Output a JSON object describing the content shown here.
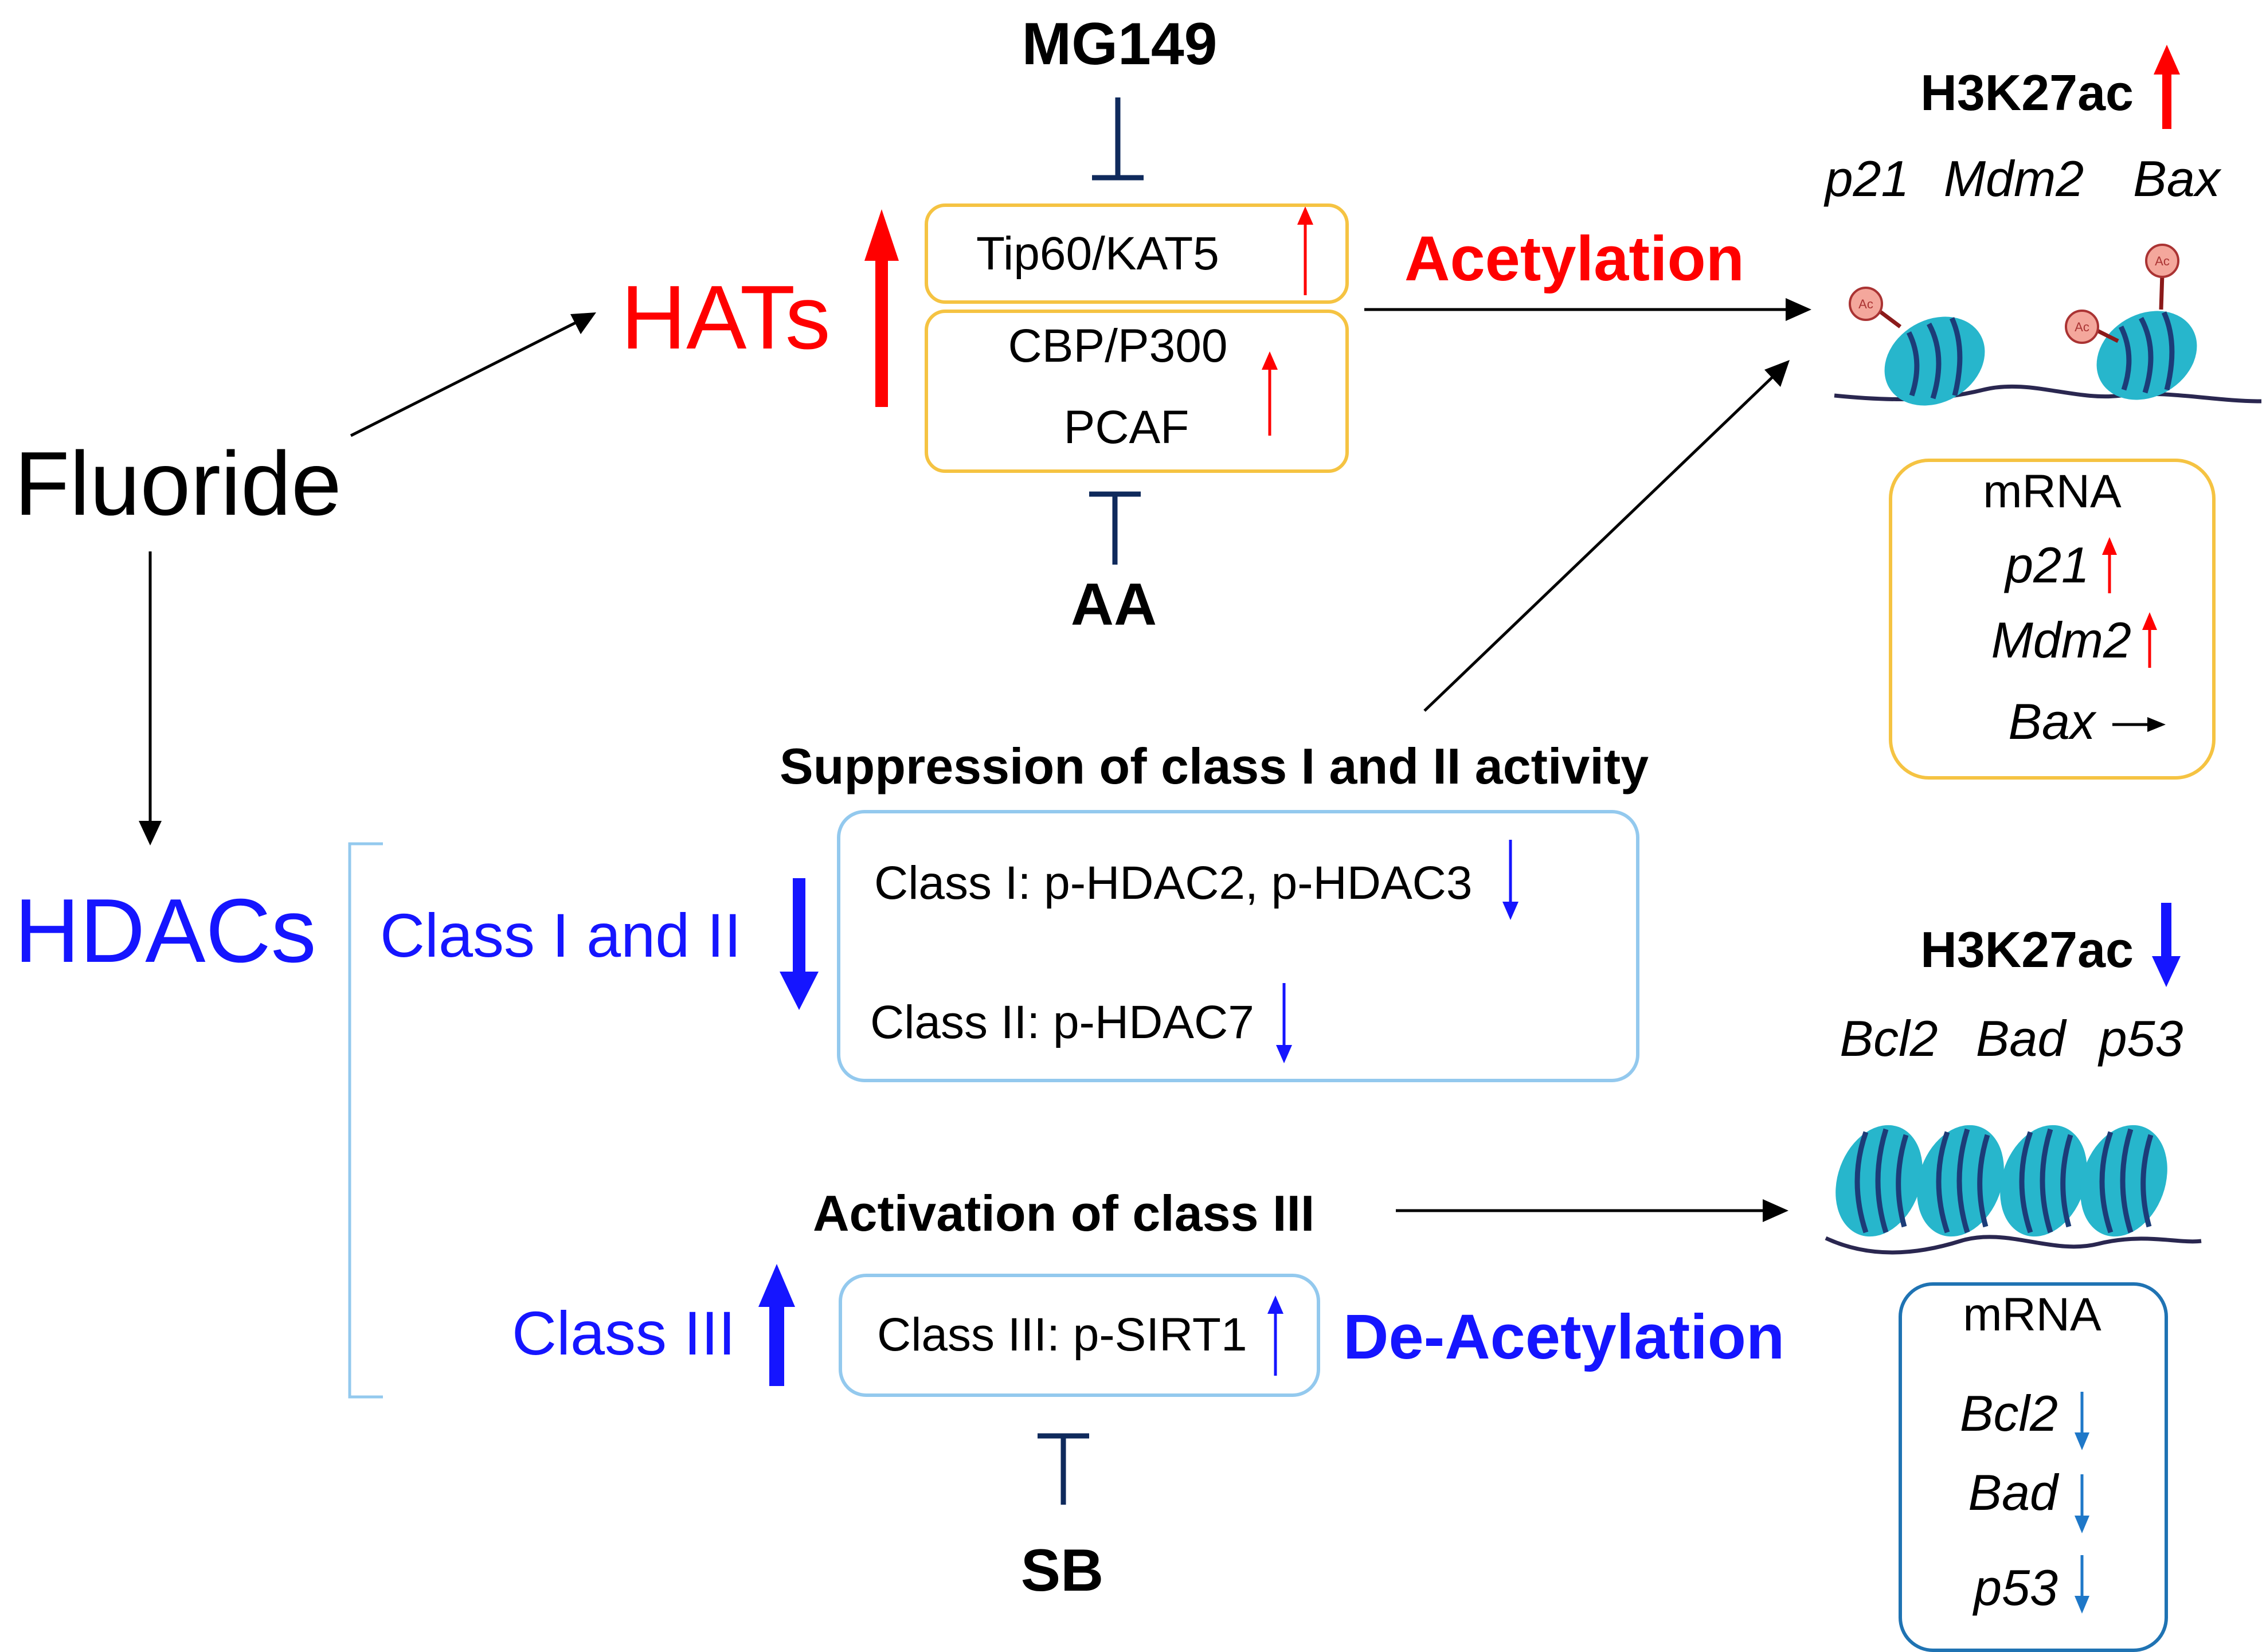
{
  "left": {
    "fluoride": "Fluoride",
    "hats": "HATs",
    "hdacs": "HDACs"
  },
  "hat_enzymes": {
    "tip60": "Tip60/KAT5",
    "cbp": "CBP/P300",
    "pcaf": "PCAF"
  },
  "inhibitors": {
    "mg149": "MG149",
    "aa": "AA",
    "sb": "SB"
  },
  "processes": {
    "acetylation": "Acetylation",
    "deacetylation": "De-Acetylation"
  },
  "hdac_classes": {
    "class12_label": "Class I and II",
    "class3_label": "Class III",
    "suppression_title": "Suppression of class I and II activity",
    "activation_title": "Activation of class III",
    "class1_text": "Class I: p-HDAC2, p-HDAC3",
    "class2_text": "Class II: p-HDAC7",
    "class3_text": "Class III: p-SIRT1"
  },
  "top_right": {
    "mark": "H3K27ac",
    "genes": [
      "p21",
      "Mdm2",
      "Bax"
    ],
    "mrna_title": "mRNA",
    "mrna_genes": [
      "p21",
      "Mdm2",
      "Bax"
    ],
    "mrna_trends": [
      "up",
      "up",
      "unchanged"
    ]
  },
  "bottom_right": {
    "mark": "H3K27ac",
    "genes": [
      "Bcl2",
      "Bad",
      "p53"
    ],
    "mrna_title": "mRNA",
    "mrna_genes": [
      "Bcl2",
      "Bad",
      "p53"
    ],
    "mrna_trends": [
      "down",
      "down",
      "down"
    ]
  },
  "nucleosome_label": "Ac",
  "colors": {
    "red": "#ff0000",
    "blue": "#1515ff",
    "black": "#000000",
    "navy": "#0f2a5c",
    "yellow_border": "#f5c342",
    "light_blue_border": "#93c9ee",
    "dark_blue_border": "#1f73b3",
    "nucleosome": "#27b6cc",
    "arrow_blue": "#1f78c8"
  }
}
